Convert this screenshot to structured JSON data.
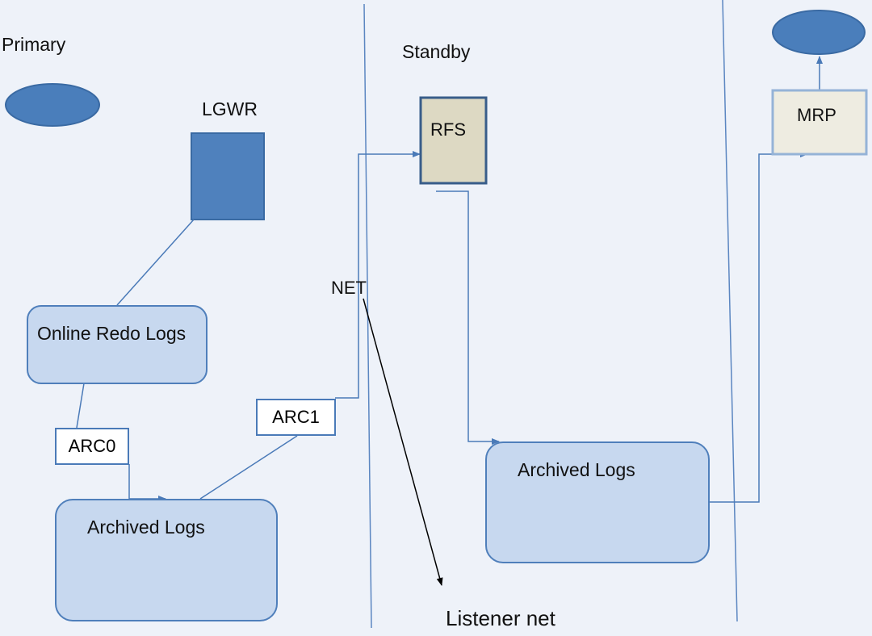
{
  "sections": {
    "primary": "Primary",
    "standby": "Standby"
  },
  "processes": {
    "lgwr": "LGWR",
    "rfs": "RFS",
    "mrp": "MRP",
    "arc0": "ARC0",
    "arc1": "ARC1"
  },
  "stores": {
    "online_redo": "Online Redo Logs",
    "primary_archived": "Archived Logs",
    "standby_archived": "Archived Logs"
  },
  "network": {
    "net": "NET",
    "listener": "Listener net"
  },
  "colors": {
    "background": "#eef2f9",
    "database_fill": "#4a7ebb",
    "lgwr_fill": "#4f81bd",
    "rfs_fill": "#ddd9c3",
    "mrp_fill": "#eeece1",
    "store_fill": "#c7d8ef",
    "line": "#4a7ab8",
    "divider": "#5b86c1"
  }
}
